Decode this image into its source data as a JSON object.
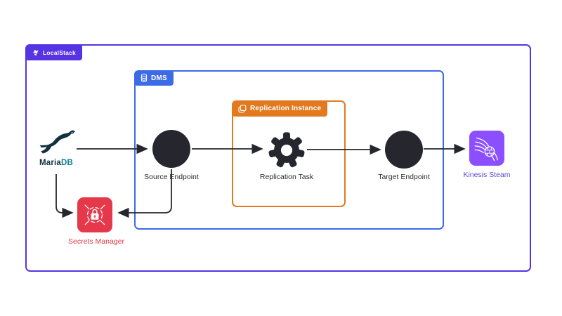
{
  "diagram": {
    "title_context": "LocalStack DMS replication architecture",
    "groups": {
      "localstack": {
        "label": "LocalStack",
        "border_color": "#5633E3",
        "badge_bg": "#5633E3",
        "badge_icon": "localstack-logo-icon"
      },
      "dms": {
        "label": "DMS",
        "border_color": "#3D6BE5",
        "badge_bg": "#3D6BE5",
        "badge_icon": "database-icon"
      },
      "replication_instance": {
        "label": "Replication Instance",
        "border_color": "#E2791F",
        "badge_bg": "#E2791F",
        "badge_icon": "instances-copy-icon"
      }
    },
    "nodes": {
      "mariadb": {
        "label_primary": "Maria",
        "label_secondary": "DB",
        "icon": "mariadb-seal-icon",
        "icon_color": "#13303F",
        "label_secondary_color": "#0F808F"
      },
      "source_endpoint": {
        "label": "Source Endpoint",
        "shape": "filled-circle",
        "color": "#26262E"
      },
      "replication_task": {
        "label": "Replication Task",
        "icon": "gear-icon",
        "color": "#26262E"
      },
      "target_endpoint": {
        "label": "Target Endpoint",
        "shape": "filled-circle",
        "color": "#26262E"
      },
      "kinesis_stream": {
        "label": "Kinesis Steam",
        "icon": "kinesis-streams-icon",
        "tile_color": "#8C4FFF",
        "label_color": "#5F4BD8"
      },
      "secrets_manager": {
        "label": "Secrets Manager",
        "icon": "secrets-lock-icon",
        "tile_color": "#E5394B",
        "label_color": "#E0394B"
      }
    },
    "connections": [
      {
        "from": "mariadb",
        "to": "source_endpoint"
      },
      {
        "from": "source_endpoint",
        "to": "replication_task"
      },
      {
        "from": "replication_task",
        "to": "target_endpoint"
      },
      {
        "from": "target_endpoint",
        "to": "kinesis_stream"
      },
      {
        "from": "mariadb",
        "to": "secrets_manager"
      },
      {
        "from": "source_endpoint",
        "to": "secrets_manager"
      }
    ],
    "arrow_color": "#26262E",
    "background": "#FFFFFF"
  }
}
